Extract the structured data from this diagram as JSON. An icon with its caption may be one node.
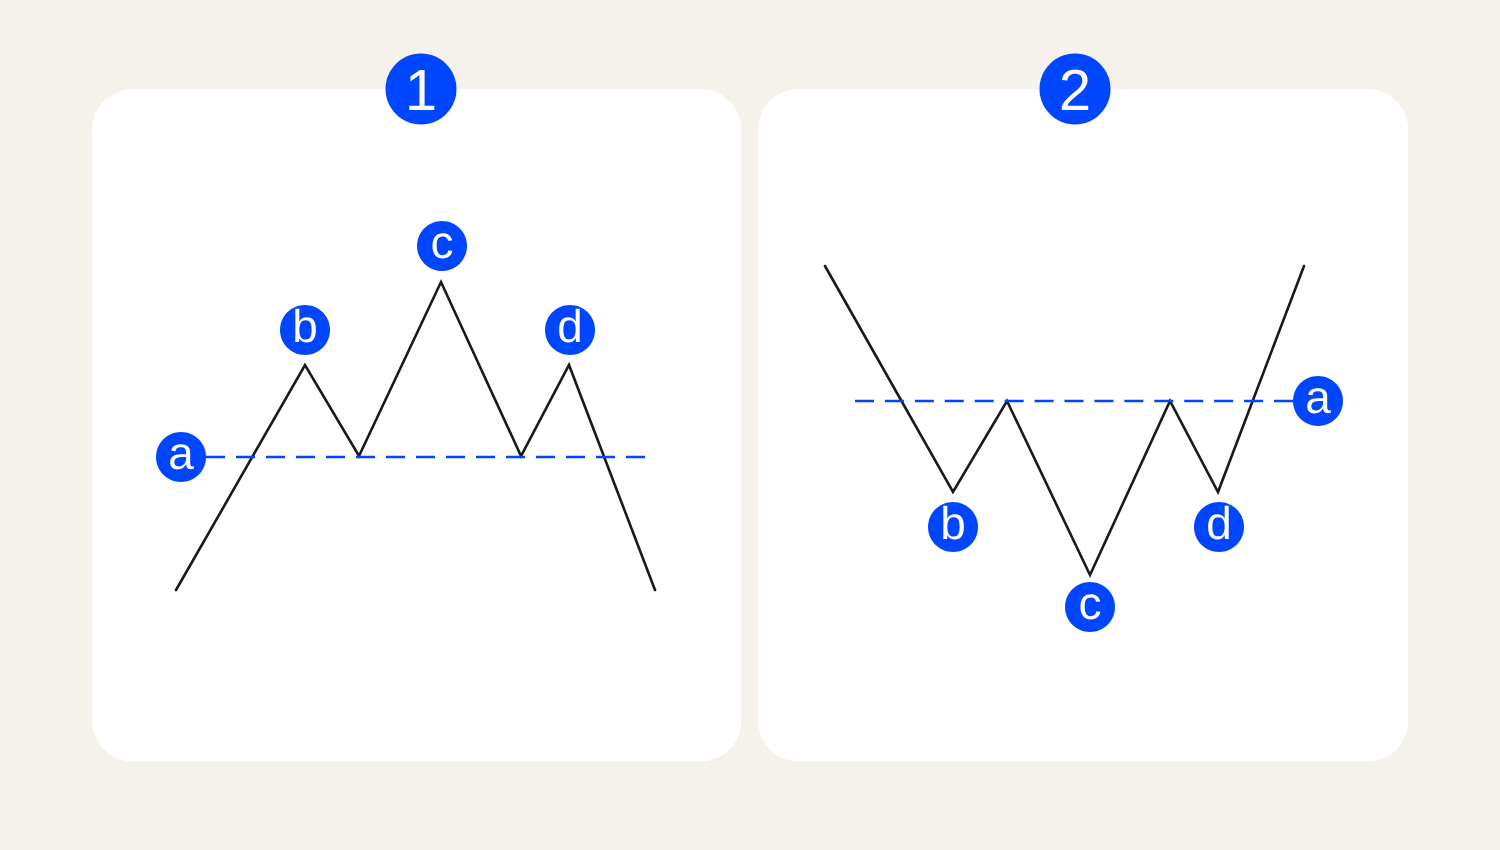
{
  "diagram": {
    "nodes": [
      {
        "text": [
          "1"
        ]
      },
      {
        "text": [
          "a"
        ],
        "in": 0
      },
      {
        "text": [
          "b"
        ],
        "in": 0
      },
      {
        "text": [
          "c"
        ],
        "in": 0
      },
      {
        "text": [
          "d"
        ],
        "in": 0
      },
      {
        "text": [
          "2"
        ]
      },
      {
        "text": [
          "a"
        ],
        "in": 5
      },
      {
        "text": [
          "b"
        ],
        "in": 5
      },
      {
        "text": [
          "c"
        ],
        "in": 5
      },
      {
        "text": [
          "d"
        ],
        "in": 5
      }
    ]
  }
}
